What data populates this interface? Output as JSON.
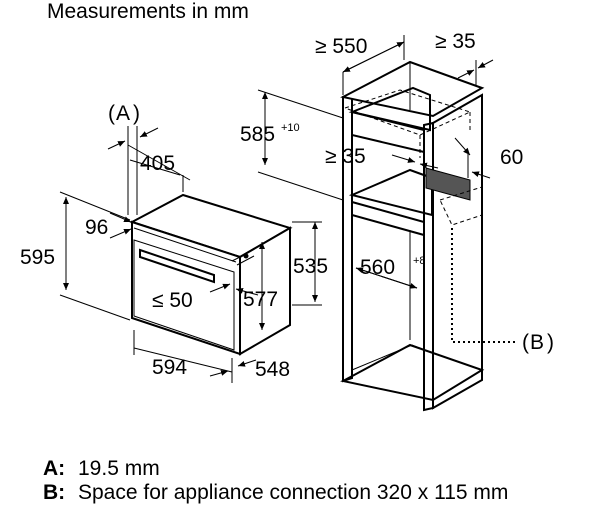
{
  "title": "Measurements in mm",
  "dimensions": {
    "depth_cavity": "≥ 550",
    "clearance_top": "≥ 35",
    "cavity_height": "585",
    "cavity_height_tol": "+10",
    "clearance_rear": "≥ 35",
    "vent_depth": "60",
    "cavity_width": "560",
    "cavity_width_tol": "+8",
    "label_a": "A",
    "label_b": "B",
    "oven_depth": "405",
    "door_offset": "96",
    "oven_height": "595",
    "body_height": "535",
    "clearance_bottom": "≤ 50",
    "niche_height": "577",
    "oven_width": "594",
    "body_width": "548"
  },
  "legend": [
    {
      "key": "A:",
      "text": "19.5 mm"
    },
    {
      "key": "B:",
      "text": "Space for appliance connection 320 x 115 mm"
    }
  ]
}
